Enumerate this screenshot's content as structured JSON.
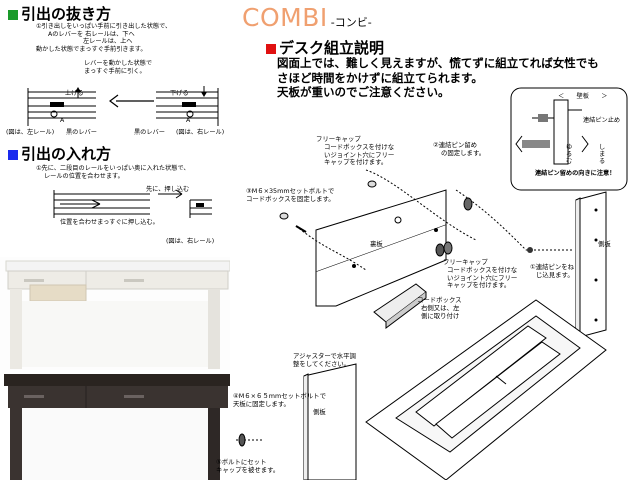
{
  "left": {
    "pullout_title": "引出の抜き方",
    "pullout_instructions": [
      "①引き出しをいっぱい手前に引き出した状態で、",
      "Aのレバーを 右レールは、下へ",
      "左レールは、上へ",
      "動かした状態でまっすぐ手前引きます。"
    ],
    "lever_note": [
      "レバーを動かした状態で",
      "まっすぐ手前に引く。"
    ],
    "up_label": "上げる",
    "down_label": "下げる",
    "marker_a": "A",
    "left_rail_caption": "(図は、左レール)",
    "right_rail_caption": "(図は、右レール)",
    "black_lever_label": "黒のレバー",
    "insert_title": "引出の入れ方",
    "insert_instructions": [
      "①先に、二段目のレールをいっぱい奥に入れた状態で、",
      "レールの位置を合わせます。"
    ],
    "push_first_label": "先に、押し込む",
    "align_label": "位置を合わせまっすぐに押し込む。",
    "insert_caption": "(図は、右レール)"
  },
  "brand": {
    "logo": "COMBI",
    "subtitle": "-コンビ-"
  },
  "assembly": {
    "title": "デスク組立説明",
    "description": [
      "図面上では、難しく見えますが、慌てずに組立てれば女性でも",
      "さほど時間をかけずに組立てられます。",
      "天板が重いのでご注意ください。"
    ],
    "free_cap_top": [
      "フリーキャップ",
      "コードボックスを付けな",
      "いジョイント穴にフリー",
      "キャップを付けます。"
    ],
    "step2": [
      "②連結ピン留め",
      "の固定します。"
    ],
    "step3": [
      "③M６×35mmセットボルトで",
      "コードボックスを固定します。"
    ],
    "back_panel_label": "裏板",
    "free_cap_bottom": [
      "フリーキャップ",
      "コードボックスを付けな",
      "いジョイント穴にフリー",
      "キャップを付けます。"
    ],
    "code_box": [
      "コードボックス",
      "右側又は、左",
      "側に取り付け"
    ],
    "step1": [
      "①連結ピンをね",
      "じ込見ます。"
    ],
    "side_panel_label": "側板",
    "side_panel_label_2": "側板",
    "inset_header": "＜　　壁板　　＞",
    "inset_pin_label": "連結ピン止め",
    "inset_tighten": "しまる",
    "inset_loosen": "ゆるむ",
    "inset_note": "連結ピン留めの向きに注意！",
    "adjuster_note": [
      "アジャスターで水平調",
      "整をしてください。"
    ],
    "step4": [
      "④M６×６５mmセットボルトで",
      "天板に固定します。"
    ],
    "step5": [
      "⑤ボルトにセット",
      "キャップを被せます。"
    ]
  },
  "colors": {
    "green_marker": "#1a9a2a",
    "blue_marker": "#1a2aee",
    "red_marker": "#e01010",
    "logo_orange": "#f0a070",
    "white_desk": "#eeece6",
    "dark_desk": "#3a3330"
  }
}
